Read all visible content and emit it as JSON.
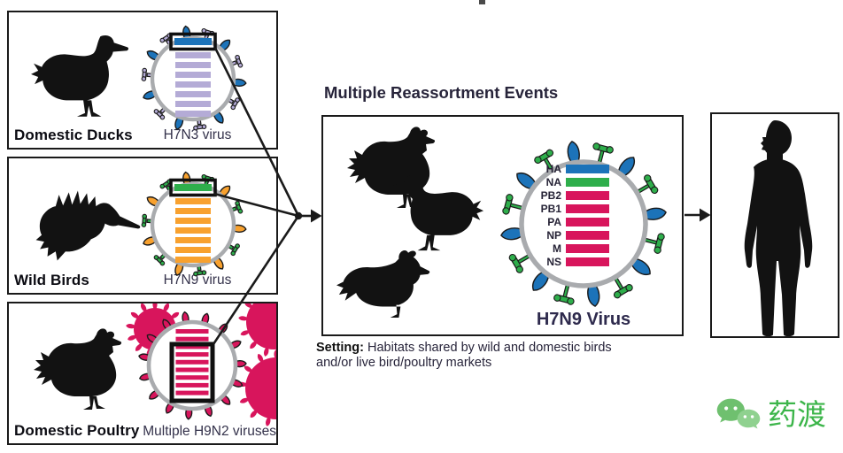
{
  "colors": {
    "blue": "#1C73B9",
    "green": "#2EAE4B",
    "pink": "#D8155C",
    "orange": "#F8A12E",
    "lavender": "#B4ABD6",
    "ring_gray": "#A9ABAE",
    "line_black": "#1A1A1A",
    "text_dark": "#262336",
    "wechat_bubble_big": "#6FC06F",
    "wechat_bubble_small": "#8FD18F",
    "wechat_text_green": "#3CB54A"
  },
  "panels": [
    {
      "label": "Domestic Ducks",
      "virus_label": "H7N3 virus",
      "virus": {
        "spike_colors": [
          "blue",
          "lavender"
        ],
        "bar_color": "lavender",
        "bar_count": 7,
        "highlight_color": "blue"
      }
    },
    {
      "label": "Wild Birds",
      "virus_label": "H7N9 virus",
      "virus": {
        "spike_colors": [
          "orange",
          "green"
        ],
        "bar_color": "orange",
        "bar_count": 7,
        "highlight_color": "green"
      }
    },
    {
      "label": "Domestic Poultry",
      "virus_label": "Multiple H9N2 viruses",
      "virus": {
        "spike_colors": [
          "pink"
        ],
        "bar_color": "pink",
        "bar_count": 9,
        "bracket": true
      }
    }
  ],
  "center": {
    "title": "Multiple Reassortment Events",
    "virus_label": "H7N9 Virus",
    "virus": {
      "spike_colors": [
        "blue",
        "green"
      ]
    },
    "segments": [
      {
        "label": "HA",
        "color": "blue"
      },
      {
        "label": "NA",
        "color": "green"
      },
      {
        "label": "PB2",
        "color": "pink"
      },
      {
        "label": "PB1",
        "color": "pink"
      },
      {
        "label": "PA",
        "color": "pink"
      },
      {
        "label": "NP",
        "color": "pink"
      },
      {
        "label": "M",
        "color": "pink"
      },
      {
        "label": "NS",
        "color": "pink"
      }
    ],
    "setting_label": "Setting:",
    "setting_line1": " Habitats shared by wild and domestic birds",
    "setting_line2": "and/or live bird/poultry markets"
  },
  "watermark": {
    "brand": "药渡"
  }
}
